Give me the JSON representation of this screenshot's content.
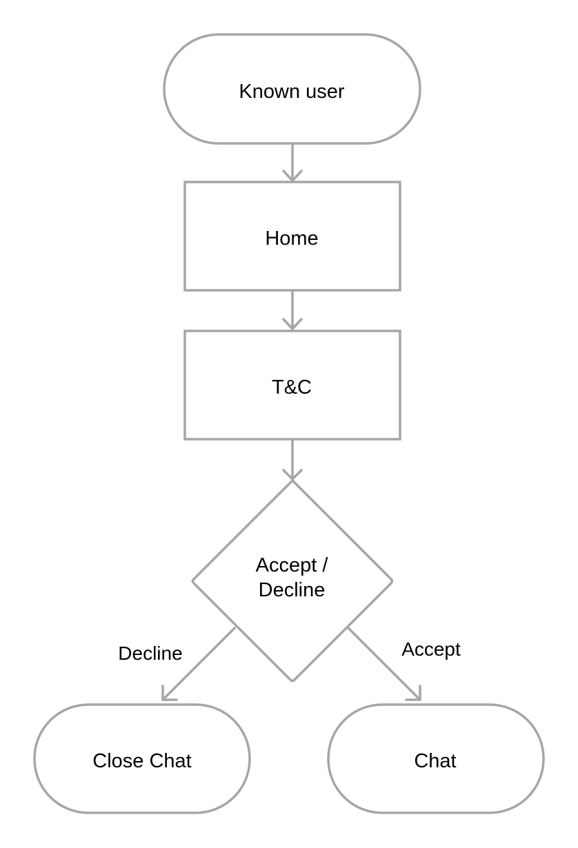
{
  "diagram": {
    "nodes": {
      "known_user": {
        "label": "Known user",
        "shape": "terminal"
      },
      "home": {
        "label": "Home",
        "shape": "process"
      },
      "tc": {
        "label": "T&C",
        "shape": "process"
      },
      "decision": {
        "label_line1": "Accept /",
        "label_line2": "Decline",
        "shape": "decision"
      },
      "close_chat": {
        "label": "Close Chat",
        "shape": "terminal"
      },
      "chat": {
        "label": "Chat",
        "shape": "terminal"
      }
    },
    "edges": {
      "decline_label": "Decline",
      "accept_label": "Accept"
    },
    "colors": {
      "stroke": "#a6a6a6",
      "text": "#000000",
      "background": "#ffffff"
    }
  }
}
